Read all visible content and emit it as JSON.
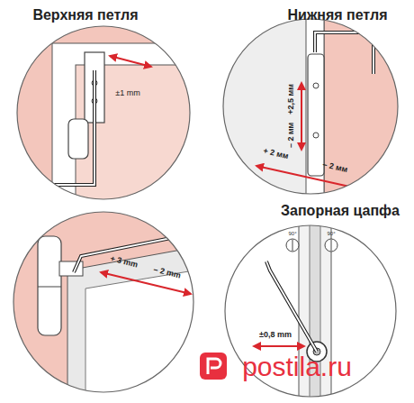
{
  "diagram": {
    "labels": [
      "Верхняя петля",
      "±1 mm",
      "Нижняя петля",
      "+2,5 мм",
      "– 2 мм",
      "+ 2 мм",
      "– 2 мм",
      "+ 3 mm",
      "– 2 mm",
      "Запорная цапфа",
      "90°",
      "90°",
      "±0,8 mm",
      "postila.ru"
    ]
  }
}
